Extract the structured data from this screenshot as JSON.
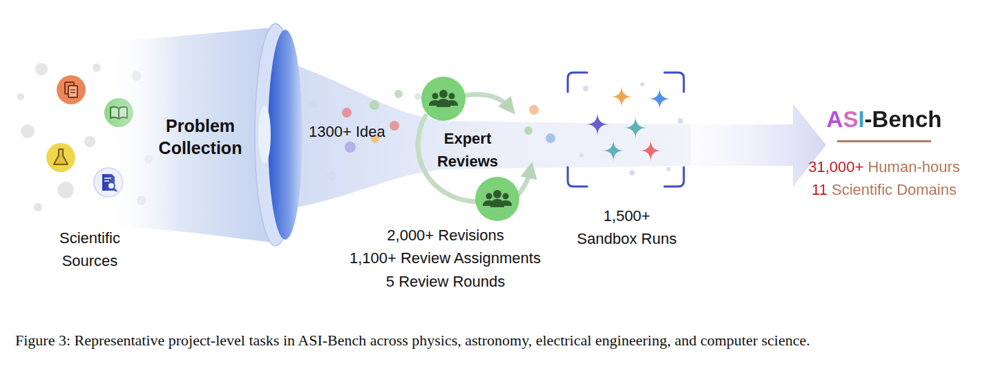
{
  "diagram": {
    "caption": "Figure 3: Representative project-level tasks in ASI-Bench across physics, astronomy, electrical engineering, and computer science.",
    "nodes": [
      {
        "text": [
          "Problem Collection"
        ]
      },
      {
        "text": [
          "1,500+ Sandbox Runs"
        ]
      }
    ],
    "labels": [
      "Scientific Sources",
      "1300+ Idea",
      "Expert Reviews",
      "2,000+ Revisions",
      "1,100+ Review Assignments",
      "5 Review Rounds",
      "ASI-Bench",
      "31,000+ Human-hours",
      "11 Scientific Domains"
    ]
  }
}
